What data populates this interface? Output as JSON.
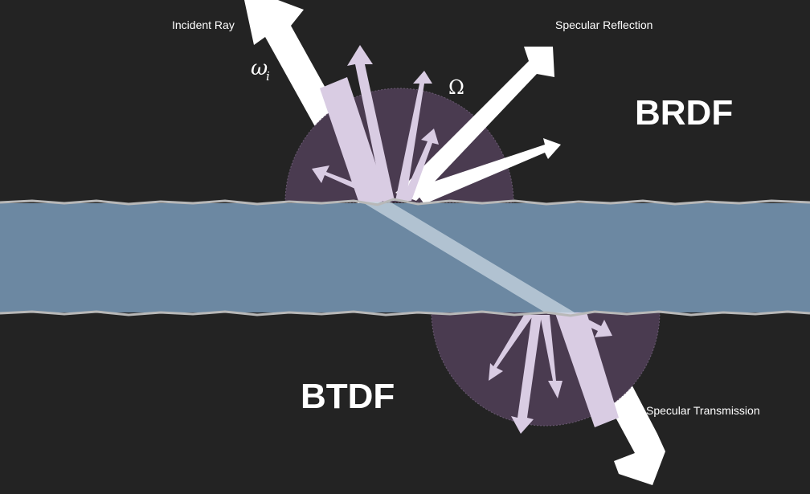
{
  "labels": {
    "incident_ray": "Incident Ray",
    "specular_reflection": "Specular Reflection",
    "specular_transmission": "Specular Transmission",
    "brdf": "BRDF",
    "btdf": "BTDF",
    "omega_i": "ω",
    "omega_i_sub": "i",
    "solid_angle": "Ω"
  },
  "colors": {
    "background": "#232323",
    "surface_fill": "#6f8ca8",
    "surface_edge": "#b8b8b8",
    "lobe_fill": "#4a3b50",
    "scatter_arrow": "#d9cce3",
    "main_ray": "#ffffff"
  }
}
